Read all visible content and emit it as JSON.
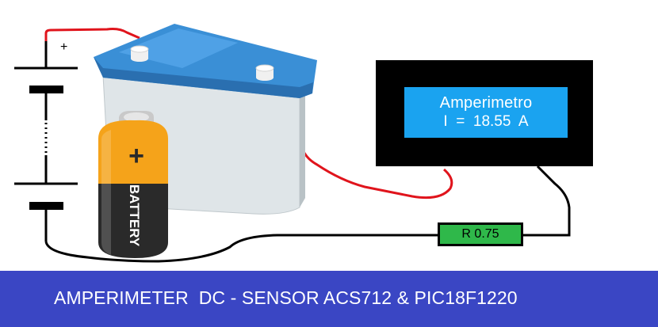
{
  "display": {
    "title": "Amperimetro",
    "reading": "I  =  18.55  A",
    "background_color": "#1aa3f0",
    "frame_color": "#000000"
  },
  "resistor": {
    "label": "R 0.75",
    "color": "#2fb84a"
  },
  "battery_symbol": {
    "positive_label": "+"
  },
  "car_battery": {
    "case_color": "#dfe5e8",
    "lid_color": "#3a8fd6"
  },
  "cell_battery": {
    "label": "BATTERY",
    "plus_sign": "+",
    "top_color": "#f5a31a",
    "body_color": "#2a2a2a"
  },
  "banner": {
    "text": "AMPERIMETER  DC - SENSOR ACS712 & PIC18F1220",
    "background_color": "#3a46c4"
  },
  "wire_colors": {
    "positive": "#e0141c",
    "negative": "#000000"
  }
}
